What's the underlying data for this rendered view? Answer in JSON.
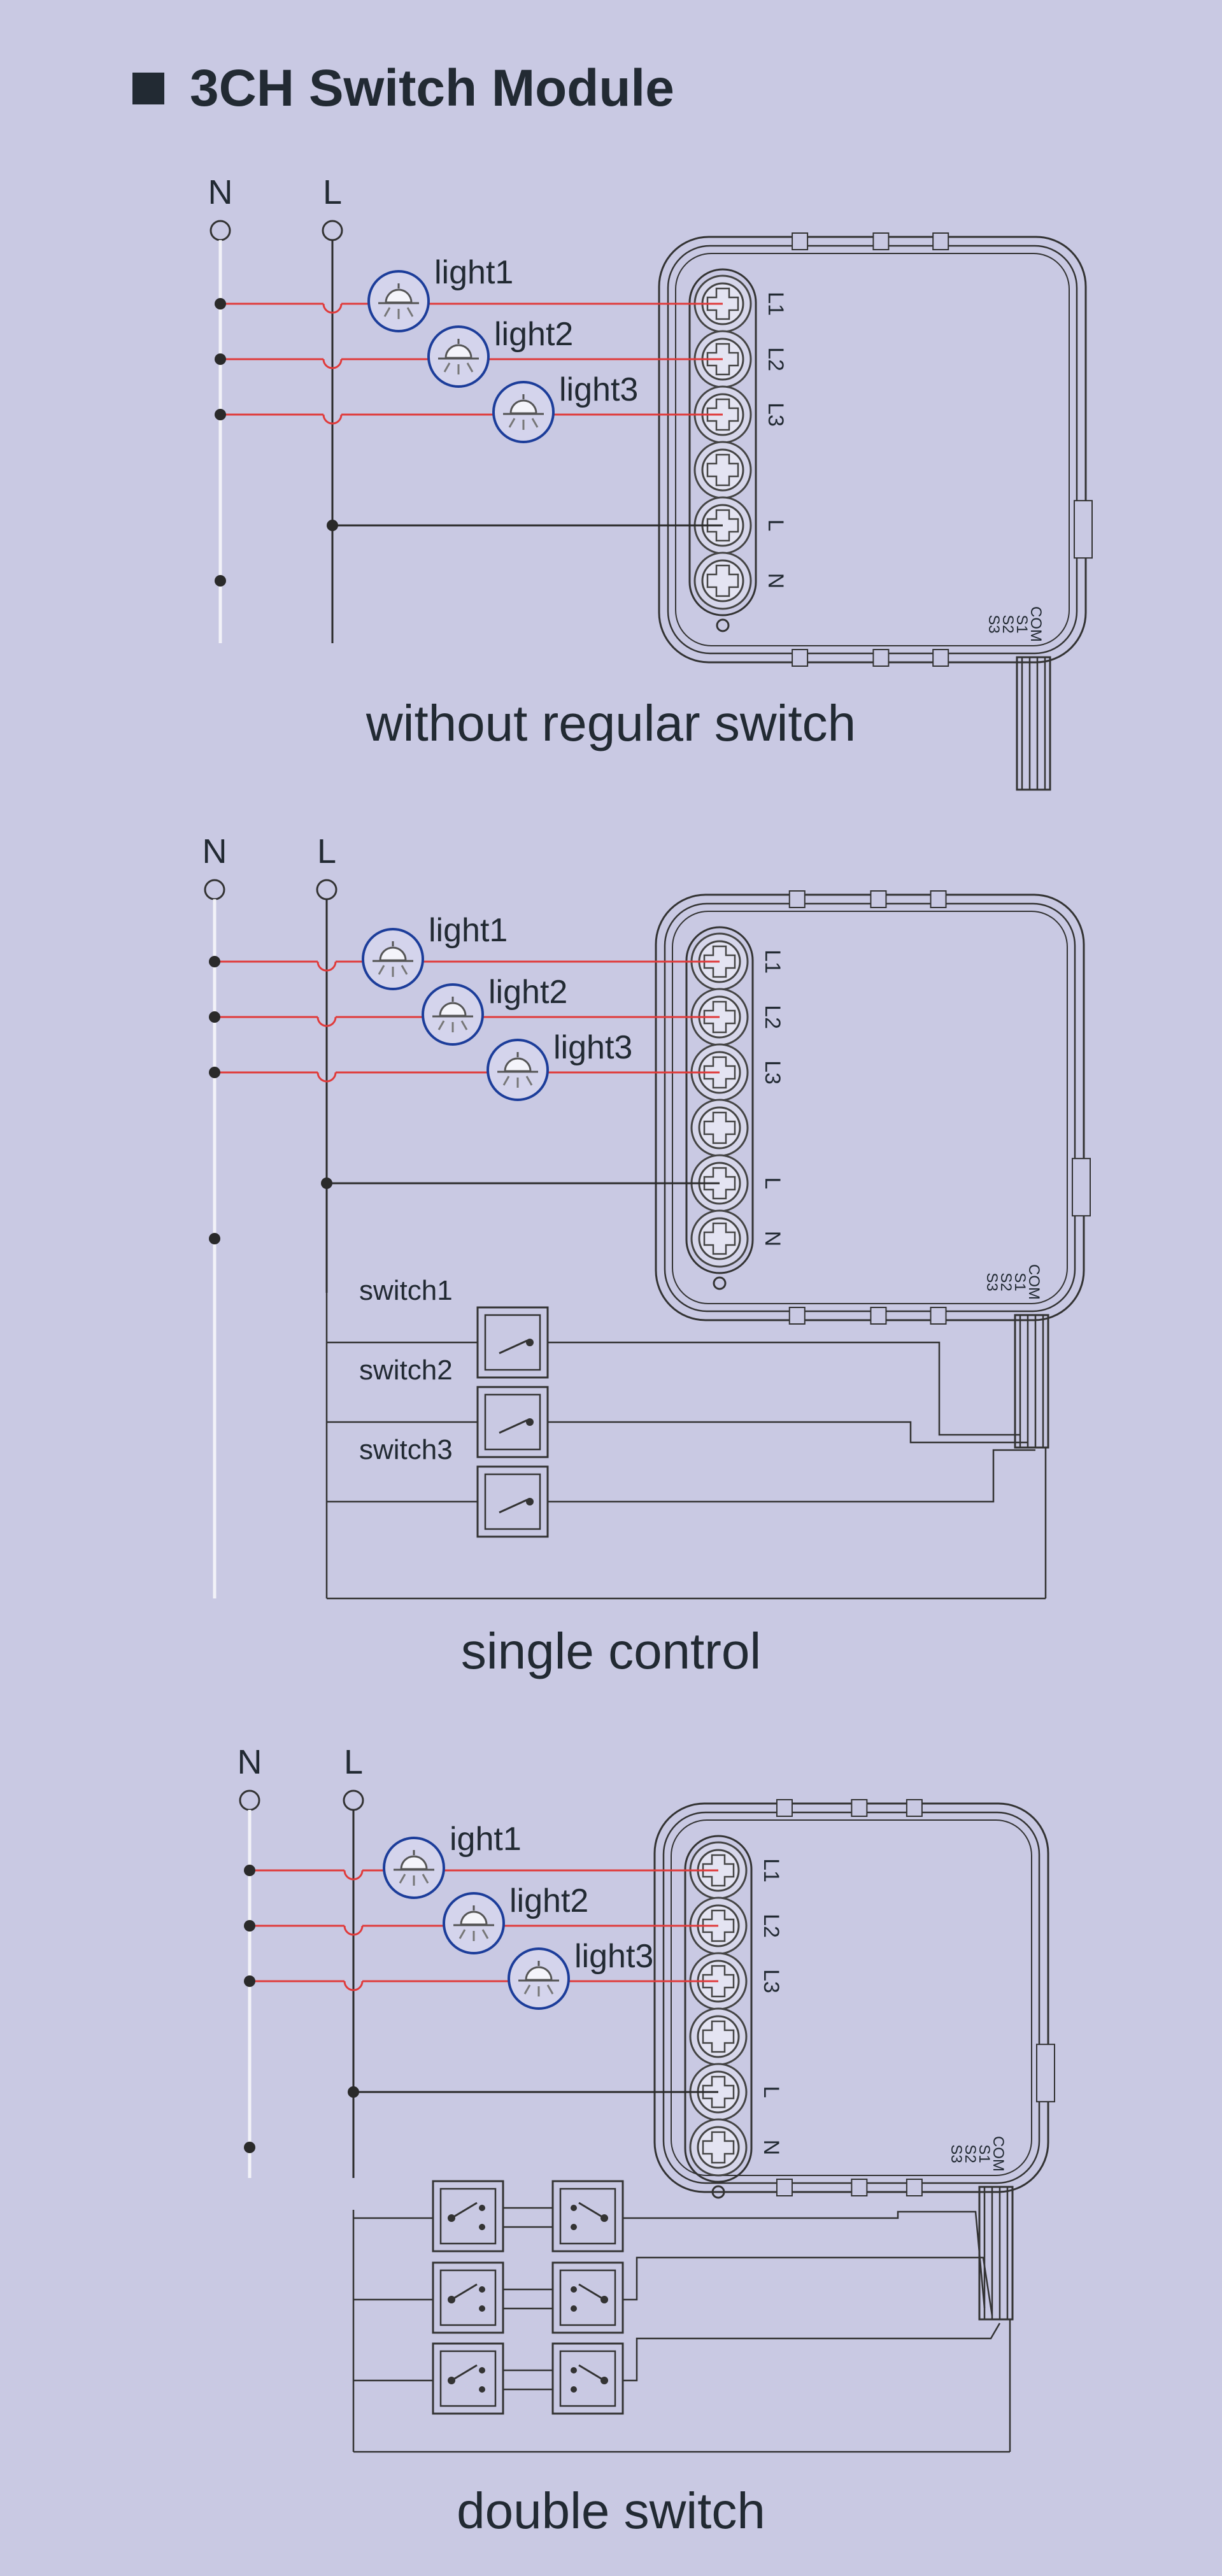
{
  "title": "3CH Switch Module",
  "diagrams": [
    {
      "caption": "without regular switch",
      "neutral_label": "N",
      "live_label": "L",
      "lights": [
        "light1",
        "light2",
        "light3"
      ],
      "terminals": [
        "L1",
        "L2",
        "L3",
        "L",
        "N"
      ],
      "aux_terminals": [
        "COM",
        "S1",
        "S2",
        "S3"
      ],
      "switches": []
    },
    {
      "caption": "single control",
      "neutral_label": "N",
      "live_label": "L",
      "lights": [
        "light1",
        "light2",
        "light3"
      ],
      "terminals": [
        "L1",
        "L2",
        "L3",
        "L",
        "N"
      ],
      "aux_terminals": [
        "COM",
        "S1",
        "S2",
        "S3"
      ],
      "switches": [
        "switch1",
        "switch2",
        "switch3"
      ]
    },
    {
      "caption": "double switch",
      "neutral_label": "N",
      "live_label": "L",
      "lights": [
        "ight1",
        "light2",
        "light3"
      ],
      "terminals": [
        "L1",
        "L2",
        "L3",
        "L",
        "N"
      ],
      "aux_terminals": [
        "COM",
        "S1",
        "S2",
        "S3"
      ],
      "switches": []
    }
  ],
  "colors": {
    "background": "#c9c9e3",
    "text": "#222a33",
    "load_wire": "#e03a3a",
    "lamp_ring": "#1c3d9a",
    "line": "#2a2a2a",
    "neutral_wire": "#f2f2f8"
  }
}
